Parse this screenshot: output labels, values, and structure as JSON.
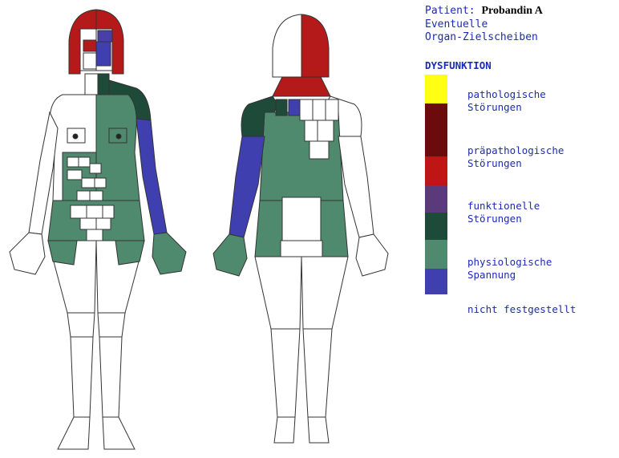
{
  "header": {
    "patient_label": "Patient:",
    "patient_name": "Probandin A",
    "subtitle_line1": "Eventuelle",
    "subtitle_line2": "Organ-Zielscheiben"
  },
  "legend": {
    "title": "DYSFUNKTION",
    "colors": {
      "yellow": "#ffff14",
      "dark_red": "#6b0b0b",
      "red": "#c01515",
      "purple": "#5a3a7a",
      "dark_green": "#1e4a3a",
      "sea_green": "#4f8a6e",
      "blue": "#3f3fb0"
    },
    "items": [
      {
        "line1": "pathologische",
        "line2": "Störungen"
      },
      {
        "line1": "präpathologische",
        "line2": "Störungen"
      },
      {
        "line1": "funktionelle",
        "line2": "Störungen"
      },
      {
        "line1": "physiologische",
        "line2": "Spannung"
      },
      {
        "line1": "nicht festgestellt",
        "line2": ""
      }
    ]
  }
}
